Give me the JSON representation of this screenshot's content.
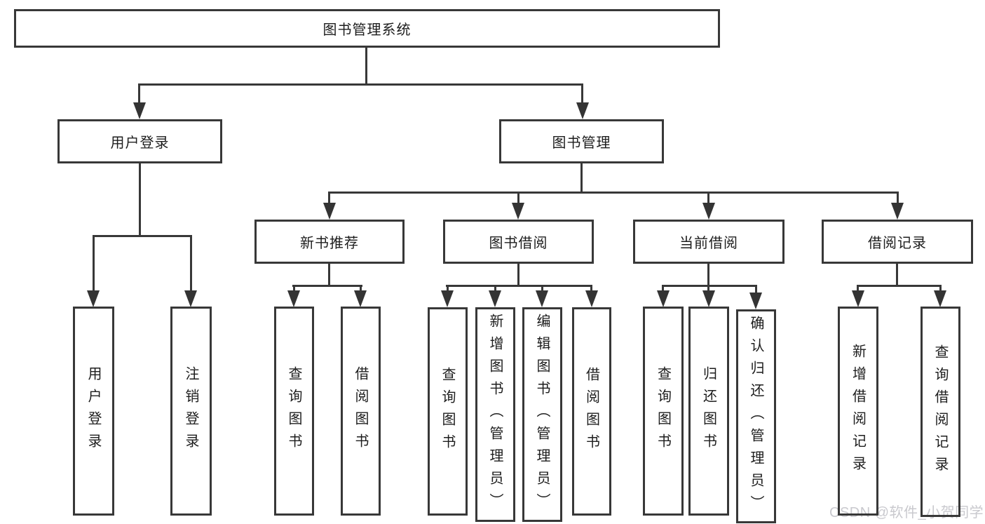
{
  "diagram_title": "图书管理系统",
  "colors": {
    "line": "#383838",
    "text": "#1d1d1d",
    "watermark": "#c9c9ce",
    "background": "#ffffff"
  },
  "watermark": "CSDN @软件_小贺同学",
  "nodes": {
    "root": "图书管理系统",
    "user_login": "用户登录",
    "book_mgmt": "图书管理",
    "new_book_rec": "新书推荐",
    "book_borrow": "图书借阅",
    "current_borrow": "当前借阅",
    "borrow_record": "借阅记录",
    "leaf_user_login": "用户登录",
    "leaf_logout": "注销登录",
    "leaf_rec_query": "查询图书",
    "leaf_rec_borrow": "借阅图书",
    "leaf_bb_query": "查询图书",
    "leaf_bb_add": "新增图书（管理员）",
    "leaf_bb_edit": "编辑图书（管理员）",
    "leaf_bb_borrow": "借阅图书",
    "leaf_cb_query": "查询图书",
    "leaf_cb_return": "归还图书",
    "leaf_cb_confirm": "确认归还（管理员）",
    "leaf_br_add": "新增借阅记录",
    "leaf_br_query": "查询借阅记录"
  },
  "hierarchy": {
    "label": "图书管理系统",
    "children": [
      {
        "label": "用户登录",
        "children": [
          {
            "label": "用户登录"
          },
          {
            "label": "注销登录"
          }
        ]
      },
      {
        "label": "图书管理",
        "children": [
          {
            "label": "新书推荐",
            "children": [
              {
                "label": "查询图书"
              },
              {
                "label": "借阅图书"
              }
            ]
          },
          {
            "label": "图书借阅",
            "children": [
              {
                "label": "查询图书"
              },
              {
                "label": "新增图书（管理员）"
              },
              {
                "label": "编辑图书（管理员）"
              },
              {
                "label": "借阅图书"
              }
            ]
          },
          {
            "label": "当前借阅",
            "children": [
              {
                "label": "查询图书"
              },
              {
                "label": "归还图书"
              },
              {
                "label": "确认归还（管理员）"
              }
            ]
          },
          {
            "label": "借阅记录",
            "children": [
              {
                "label": "新增借阅记录"
              },
              {
                "label": "查询借阅记录"
              }
            ]
          }
        ]
      }
    ]
  }
}
